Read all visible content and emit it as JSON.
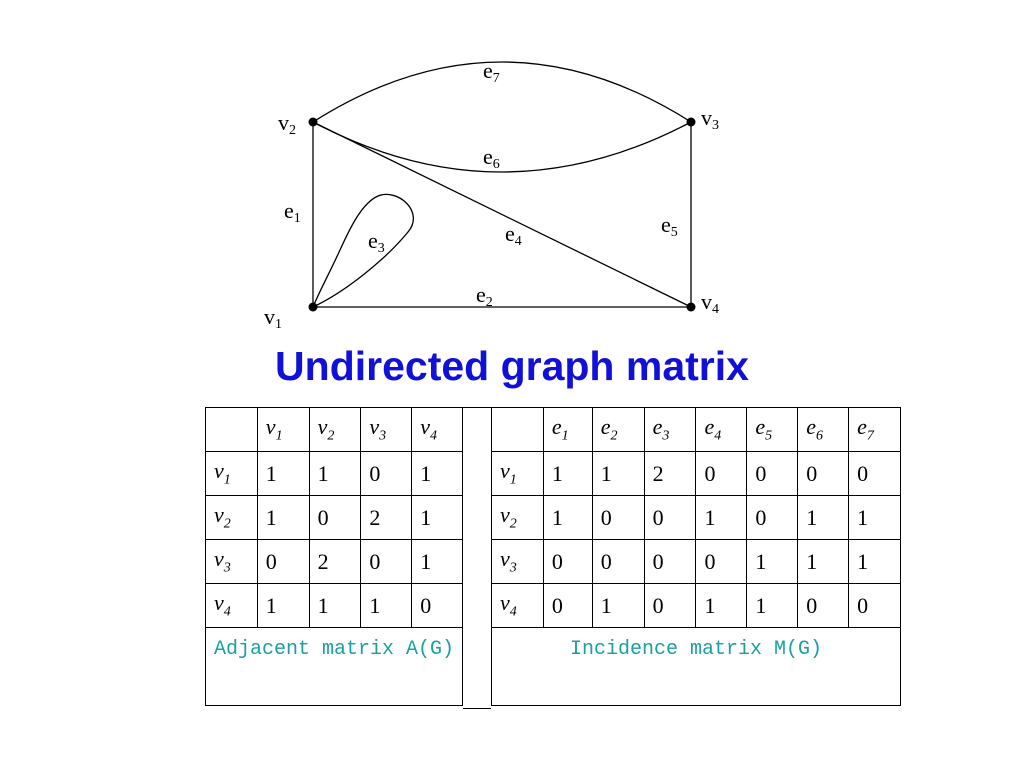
{
  "graph": {
    "vertices": [
      {
        "id": "v1",
        "base": "v",
        "sub": "1"
      },
      {
        "id": "v2",
        "base": "v",
        "sub": "2"
      },
      {
        "id": "v3",
        "base": "v",
        "sub": "3"
      },
      {
        "id": "v4",
        "base": "v",
        "sub": "4"
      }
    ],
    "edges": [
      {
        "id": "e1",
        "base": "e",
        "sub": "1",
        "from": "v1",
        "to": "v2"
      },
      {
        "id": "e2",
        "base": "e",
        "sub": "2",
        "from": "v1",
        "to": "v4"
      },
      {
        "id": "e3",
        "base": "e",
        "sub": "3",
        "from": "v1",
        "to": "v1"
      },
      {
        "id": "e4",
        "base": "e",
        "sub": "4",
        "from": "v2",
        "to": "v4"
      },
      {
        "id": "e5",
        "base": "e",
        "sub": "5",
        "from": "v3",
        "to": "v4"
      },
      {
        "id": "e6",
        "base": "e",
        "sub": "6",
        "from": "v2",
        "to": "v3"
      },
      {
        "id": "e7",
        "base": "e",
        "sub": "7",
        "from": "v2",
        "to": "v3"
      }
    ]
  },
  "title": "Undirected graph matrix",
  "adjacency": {
    "col_headers": [
      {
        "base": "v",
        "sub": "1"
      },
      {
        "base": "v",
        "sub": "2"
      },
      {
        "base": "v",
        "sub": "3"
      },
      {
        "base": "v",
        "sub": "4"
      }
    ],
    "rows": [
      {
        "base": "v",
        "sub": "1",
        "values": [
          "1",
          "1",
          "0",
          "1"
        ]
      },
      {
        "base": "v",
        "sub": "2",
        "values": [
          "1",
          "0",
          "2",
          "1"
        ]
      },
      {
        "base": "v",
        "sub": "3",
        "values": [
          "0",
          "2",
          "0",
          "1"
        ]
      },
      {
        "base": "v",
        "sub": "4",
        "values": [
          "1",
          "1",
          "1",
          "0"
        ]
      }
    ],
    "caption": "Adjacent matrix A(G)"
  },
  "incidence": {
    "col_headers": [
      {
        "base": "e",
        "sub": "1"
      },
      {
        "base": "e",
        "sub": "2"
      },
      {
        "base": "e",
        "sub": "3"
      },
      {
        "base": "e",
        "sub": "4"
      },
      {
        "base": "e",
        "sub": "5"
      },
      {
        "base": "e",
        "sub": "6"
      },
      {
        "base": "e",
        "sub": "7"
      }
    ],
    "rows": [
      {
        "base": "v",
        "sub": "1",
        "values": [
          "1",
          "1",
          "2",
          "0",
          "0",
          "0",
          "0"
        ]
      },
      {
        "base": "v",
        "sub": "2",
        "values": [
          "1",
          "0",
          "0",
          "1",
          "0",
          "1",
          "1"
        ]
      },
      {
        "base": "v",
        "sub": "3",
        "values": [
          "0",
          "0",
          "0",
          "0",
          "1",
          "1",
          "1"
        ]
      },
      {
        "base": "v",
        "sub": "4",
        "values": [
          "0",
          "1",
          "0",
          "1",
          "1",
          "0",
          "0"
        ]
      }
    ],
    "caption": "Incidence matrix M(G)"
  },
  "colors": {
    "title": "#1010d8",
    "caption": "#1aa0a0",
    "line": "#000000"
  }
}
